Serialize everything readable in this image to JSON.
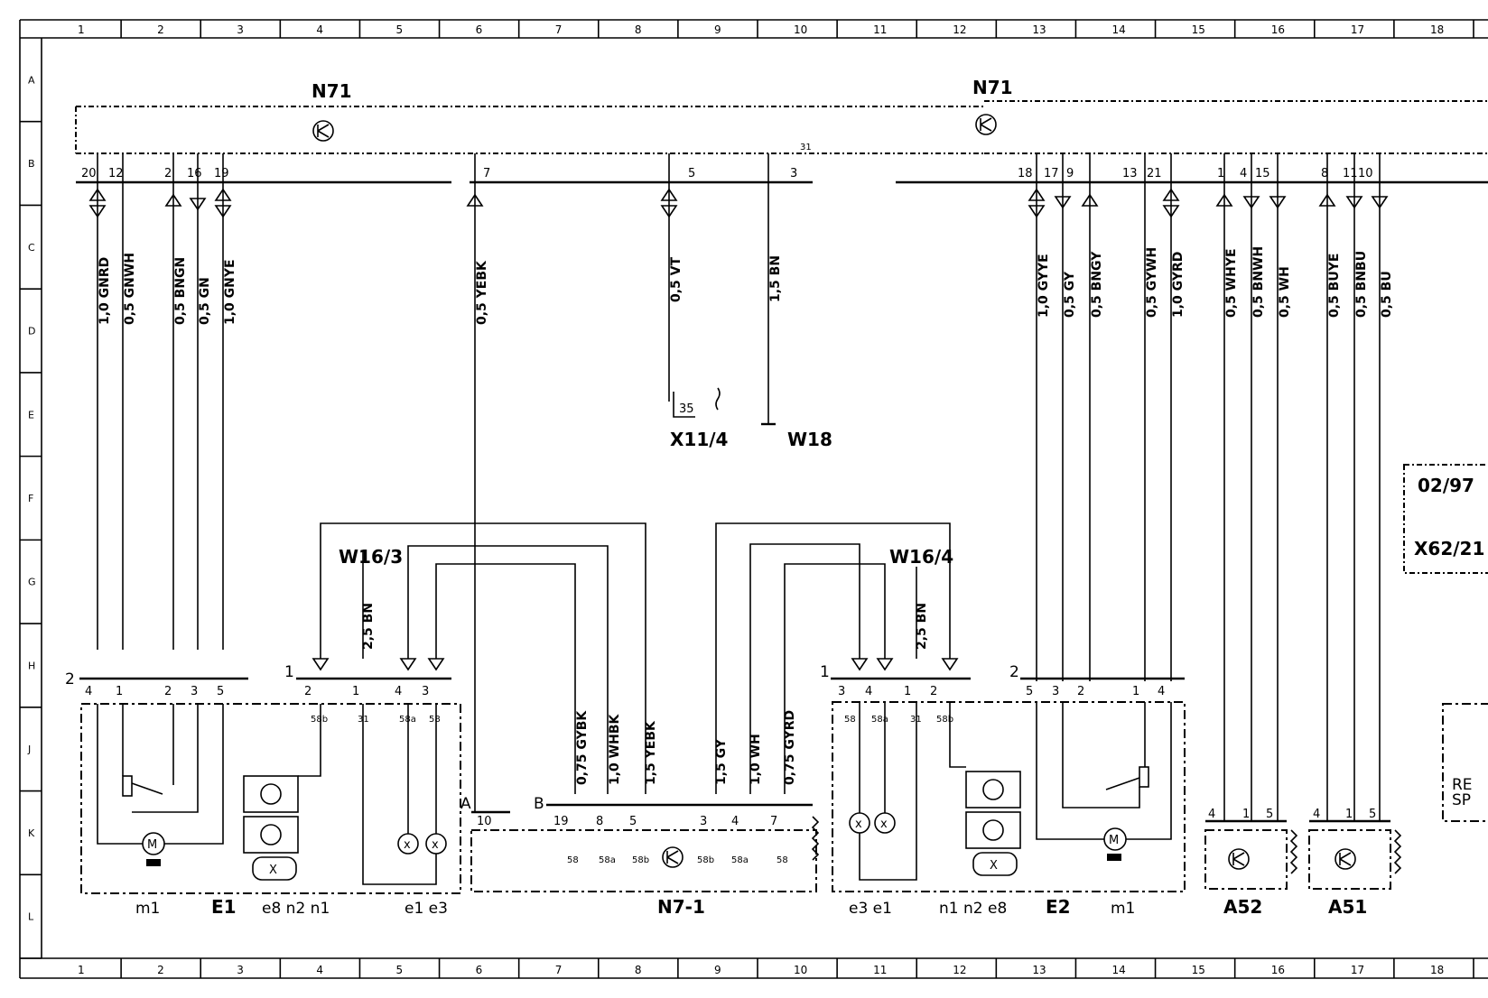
{
  "grid": {
    "columns": [
      "1",
      "2",
      "3",
      "4",
      "5",
      "6",
      "7",
      "8",
      "9",
      "10",
      "11",
      "12",
      "13",
      "14",
      "15",
      "16",
      "17",
      "18"
    ],
    "rows": [
      "A",
      "B",
      "C",
      "D",
      "E",
      "F",
      "G",
      "H",
      "J",
      "K",
      "L"
    ]
  },
  "components": {
    "n71_left": "N71",
    "n71_right": "N71",
    "x11_4": "X11/4",
    "x11_4_pin": "35",
    "w18": "W18",
    "w16_3": "W16/3",
    "w16_4": "W16/4",
    "n7_1": "N7-1",
    "e1": "E1",
    "e2": "E2",
    "a52": "A52",
    "a51": "A51",
    "x62_note_date": "02/97",
    "x62_note_conn": "X62/21",
    "re_note": "RE",
    "sp_note": "SP"
  },
  "bottom_labels": {
    "e1_group": [
      "m1",
      "e8 n2 n1",
      "e1 e3"
    ],
    "e2_group": [
      "e3 e1",
      "n1 n2 e8",
      "m1"
    ]
  },
  "n71_left_pins": [
    "20",
    "12",
    "2",
    "16",
    "19",
    "7",
    "5",
    "3"
  ],
  "n71_left_pin_31": "31",
  "n71_right_pins": [
    "18",
    "17",
    "9",
    "13",
    "21",
    "1",
    "4",
    "15",
    "8",
    "11",
    "10"
  ],
  "wires": {
    "w1": "1,0 GNRD",
    "w2": "0,5 GNWH",
    "w3": "0,5 BNGN",
    "w4": "0,5 GN",
    "w5": "1,0 GNYE",
    "w6": "0,5 YEBK",
    "w7": "0,5 VT",
    "w8": "1,5 BN",
    "w9": "2,5 BN",
    "w10": "0,75 GYBK",
    "w11": "1,0 WHBK",
    "w12": "1,5 YEBK",
    "w13": "1,5 GY",
    "w14": "1,0 WH",
    "w15": "0,75 GYRD",
    "w16": "2,5 BN",
    "w17": "1,0 GYYE",
    "w18": "0,5 GY",
    "w19": "0,5 BNGY",
    "w20": "0,5 GYWH",
    "w21": "1,0 GYRD",
    "w22": "0,5 WHYE",
    "w23": "0,5 BNWH",
    "w24": "0,5 WH",
    "w25": "0,5 BUYE",
    "w26": "0,5 BNBU",
    "w27": "0,5 BU"
  },
  "e1_pins": {
    "header": "2",
    "p4": "4",
    "p1": "1",
    "p2": "2",
    "p3": "3",
    "p5": "5"
  },
  "w16_3_pins": {
    "header": "1",
    "p2": "2",
    "p1": "1",
    "p4": "4",
    "p3": "3",
    "t1": "58b",
    "t2": "31",
    "t3": "58a",
    "t4": "58"
  },
  "n7_1_pins": {
    "conn_a": "A",
    "a10": "10",
    "conn_b": "B",
    "b19": "19",
    "b8": "8",
    "b5": "5",
    "b3": "3",
    "b4": "4",
    "b7": "7",
    "t1": "58",
    "t2": "58a",
    "t3": "58b",
    "t4": "58b",
    "t5": "58a",
    "t6": "58"
  },
  "w16_4_pins": {
    "header": "1",
    "p3": "3",
    "p4": "4",
    "p1": "1",
    "p2": "2",
    "t1": "58",
    "t2": "58a",
    "t3": "31",
    "t4": "58b"
  },
  "e2_pins": {
    "header": "2",
    "p5": "5",
    "p3": "3",
    "p2": "2",
    "p1": "1",
    "p4": "4"
  },
  "a52_pins": [
    "4",
    "1",
    "5"
  ],
  "a51_pins": [
    "4",
    "1",
    "5"
  ]
}
